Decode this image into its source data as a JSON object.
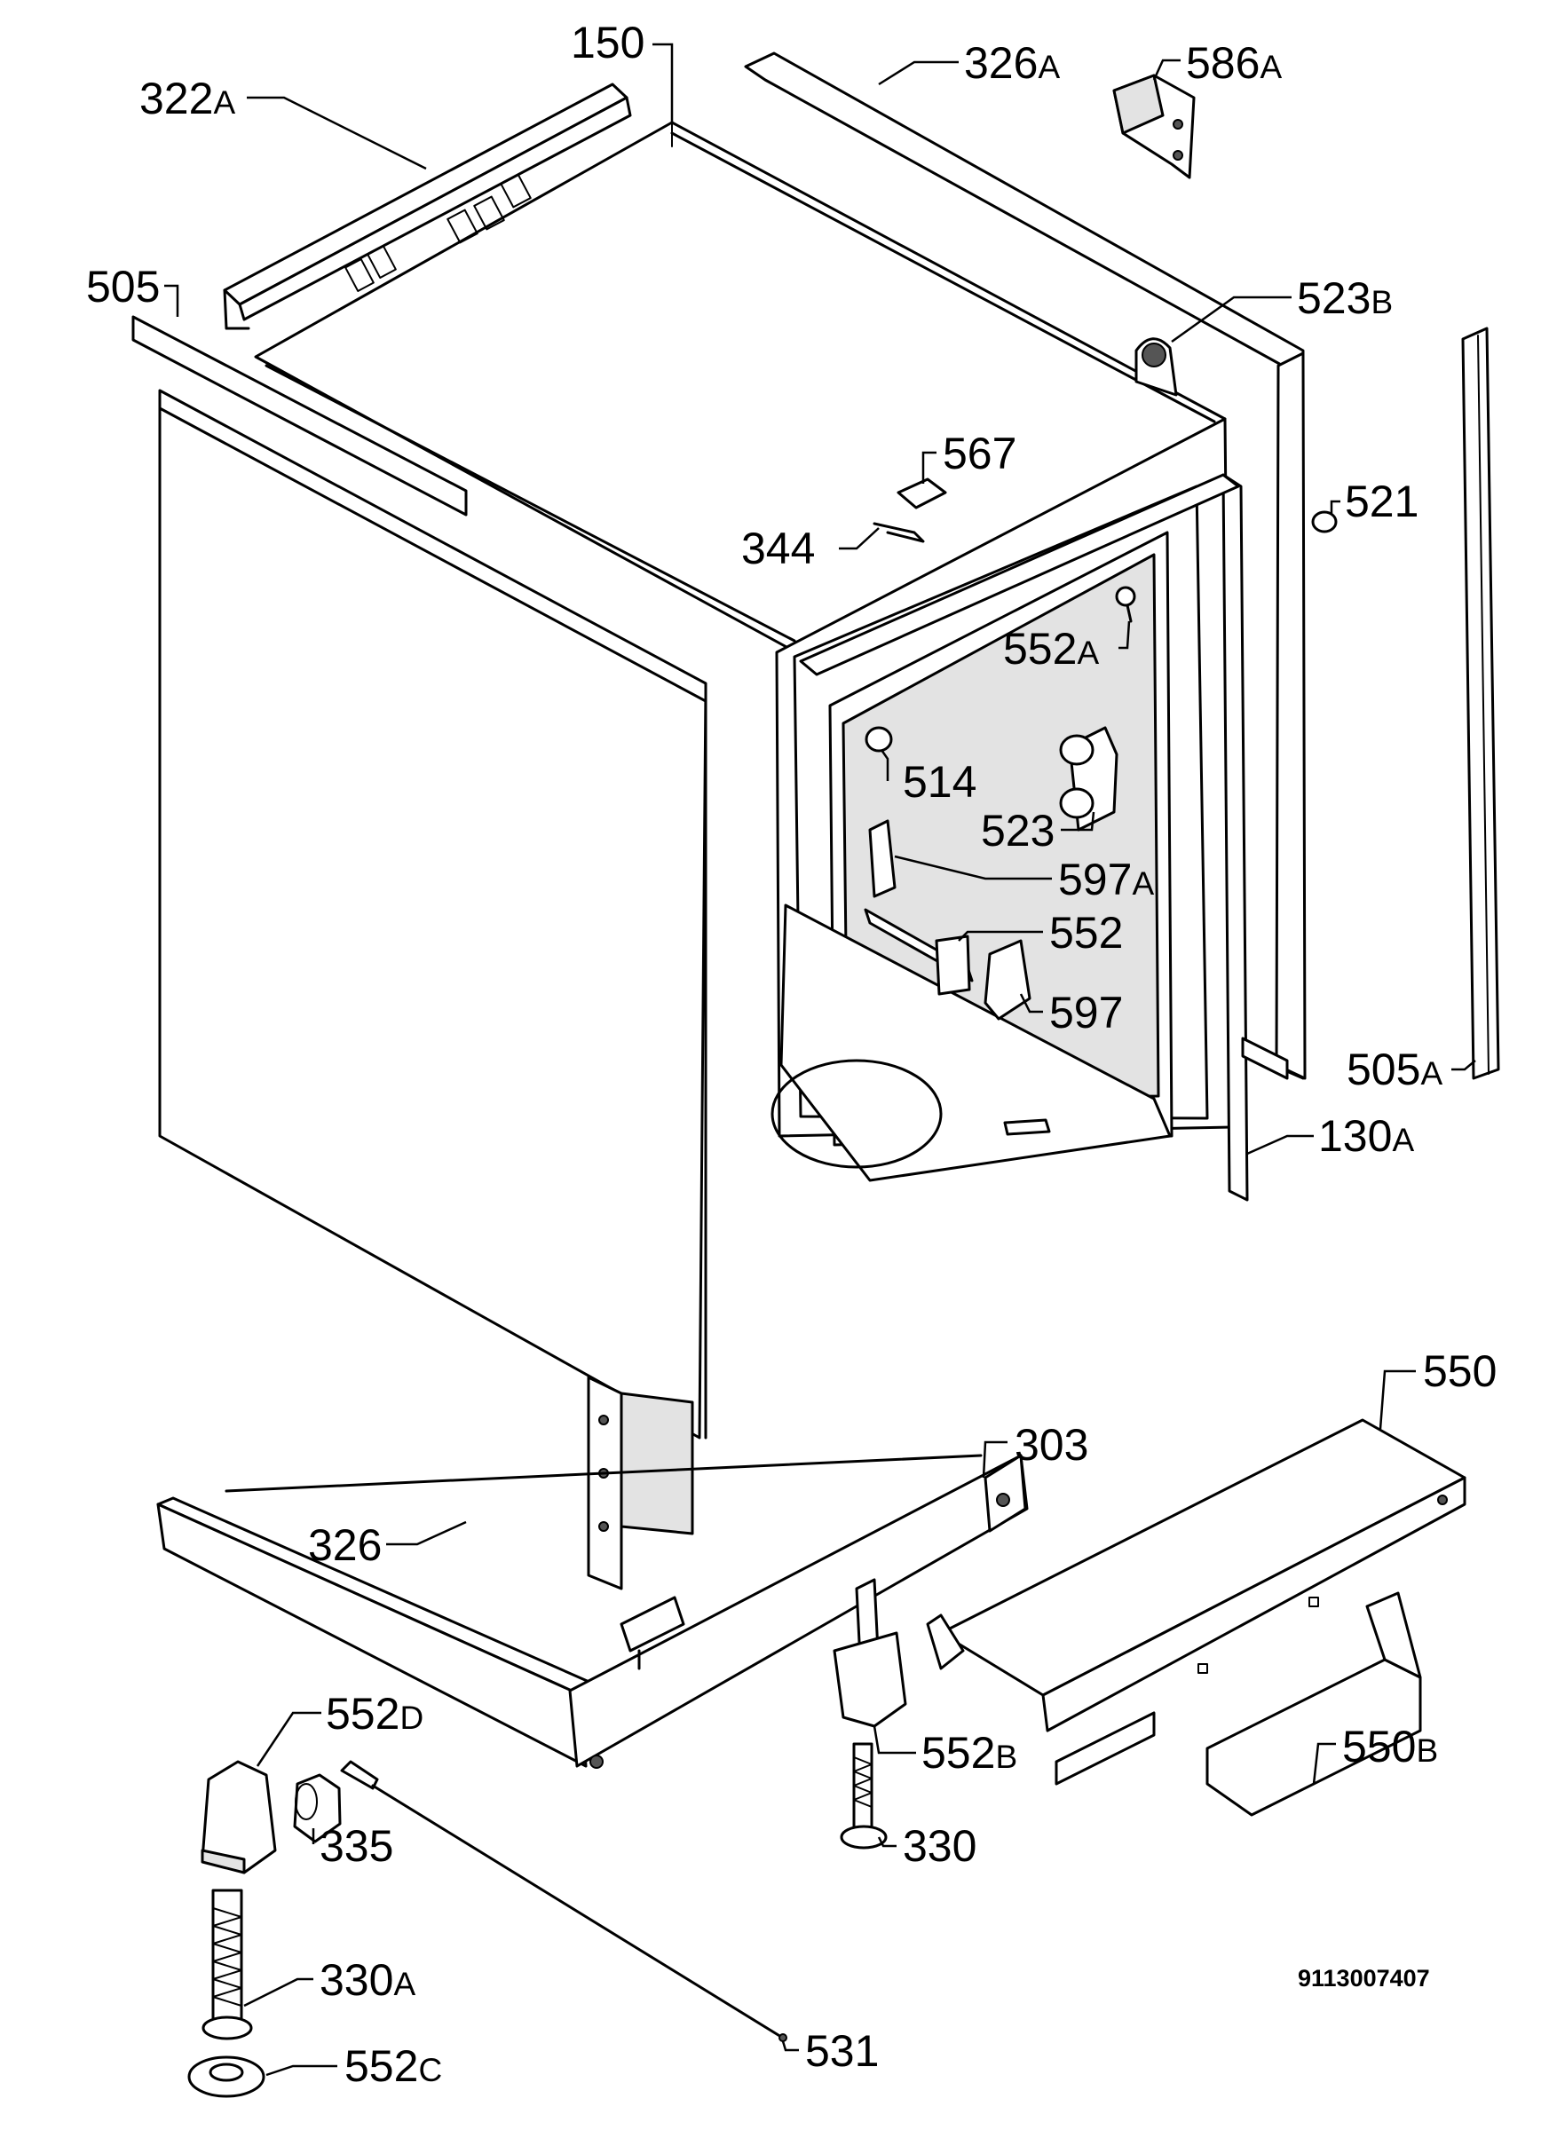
{
  "diagram": {
    "drawing_number": "9113007407",
    "callouts": [
      {
        "id": "150",
        "number": "150",
        "suffix": ""
      },
      {
        "id": "322A",
        "number": "322",
        "suffix": "A"
      },
      {
        "id": "326A",
        "number": "326",
        "suffix": "A"
      },
      {
        "id": "586A",
        "number": "586",
        "suffix": "A"
      },
      {
        "id": "505",
        "number": "505",
        "suffix": ""
      },
      {
        "id": "523B",
        "number": "523",
        "suffix": "B"
      },
      {
        "id": "567",
        "number": "567",
        "suffix": ""
      },
      {
        "id": "521",
        "number": "521",
        "suffix": ""
      },
      {
        "id": "344",
        "number": "344",
        "suffix": ""
      },
      {
        "id": "552A",
        "number": "552",
        "suffix": "A"
      },
      {
        "id": "514",
        "number": "514",
        "suffix": ""
      },
      {
        "id": "523",
        "number": "523",
        "suffix": ""
      },
      {
        "id": "597A",
        "number": "597",
        "suffix": "A"
      },
      {
        "id": "552",
        "number": "552",
        "suffix": ""
      },
      {
        "id": "597",
        "number": "597",
        "suffix": ""
      },
      {
        "id": "505A",
        "number": "505",
        "suffix": "A"
      },
      {
        "id": "130A",
        "number": "130",
        "suffix": "A"
      },
      {
        "id": "550",
        "number": "550",
        "suffix": ""
      },
      {
        "id": "303",
        "number": "303",
        "suffix": ""
      },
      {
        "id": "326",
        "number": "326",
        "suffix": ""
      },
      {
        "id": "552D",
        "number": "552",
        "suffix": "D"
      },
      {
        "id": "552B",
        "number": "552",
        "suffix": "B"
      },
      {
        "id": "550B",
        "number": "550",
        "suffix": "B"
      },
      {
        "id": "335",
        "number": "335",
        "suffix": ""
      },
      {
        "id": "330",
        "number": "330",
        "suffix": ""
      },
      {
        "id": "330A",
        "number": "330",
        "suffix": "A"
      },
      {
        "id": "531",
        "number": "531",
        "suffix": ""
      },
      {
        "id": "552C",
        "number": "552",
        "suffix": "C"
      }
    ]
  }
}
